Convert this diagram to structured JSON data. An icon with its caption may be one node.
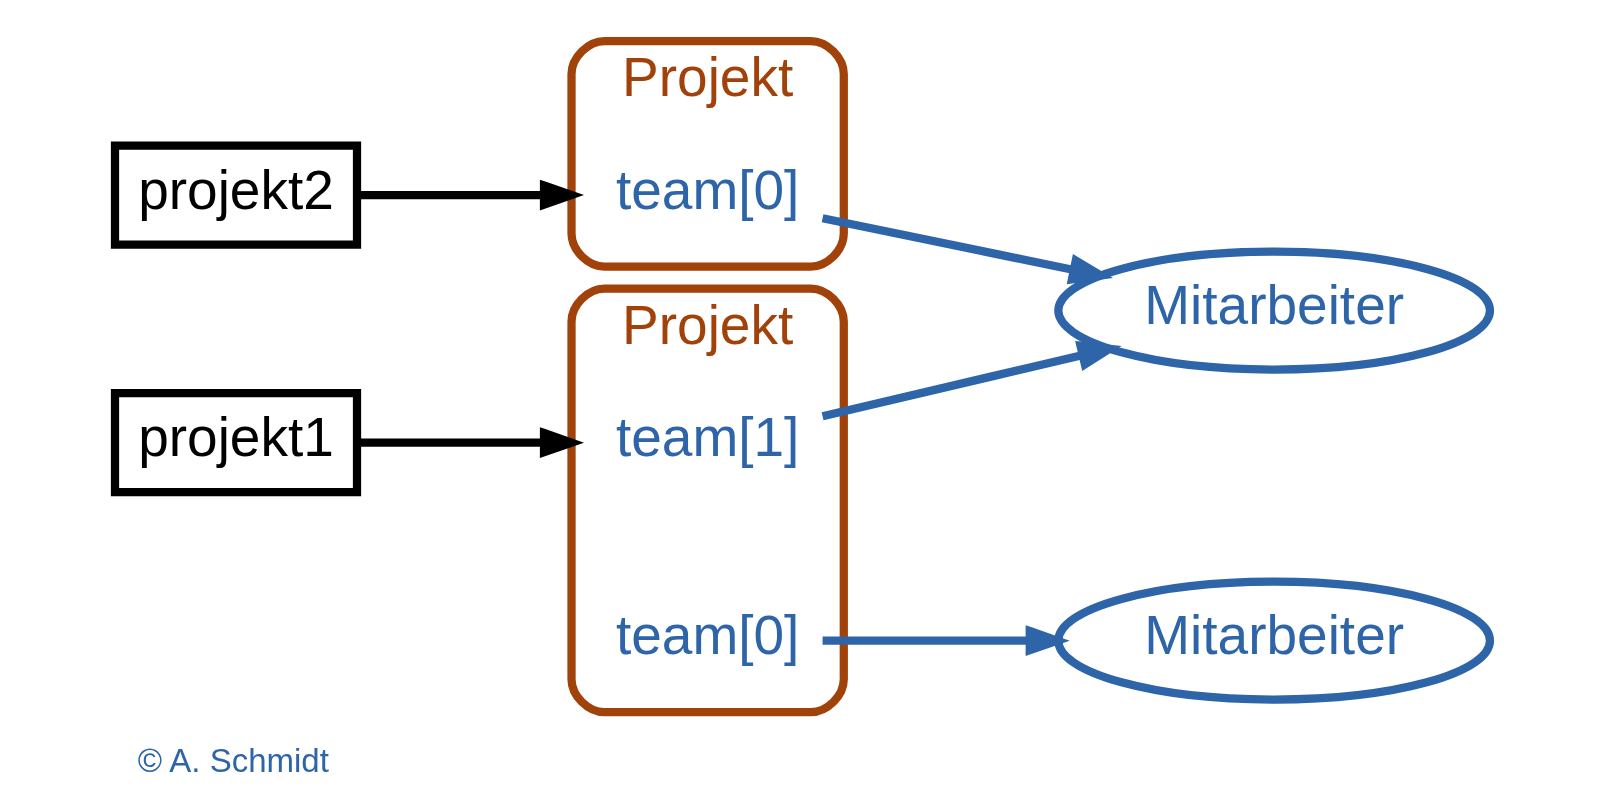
{
  "diagram": {
    "caption": "© A. Schmidt",
    "nodes": [
      {
        "text": [
          "projekt2"
        ]
      },
      {
        "text": [
          "projekt1"
        ]
      },
      {
        "text": [
          "Projekt"
        ]
      },
      {
        "text": [
          "team[0]"
        ],
        "in": 2
      },
      {
        "text": [
          "Projekt"
        ]
      },
      {
        "text": [
          "team[1]"
        ],
        "in": 4
      },
      {
        "text": [
          "team[0]"
        ],
        "in": 4
      },
      {
        "text": [
          "Mitarbeiter"
        ]
      },
      {
        "text": [
          "Mitarbeiter"
        ]
      }
    ],
    "edges": [
      {
        "from": 0,
        "to": 2,
        "arrow": "to",
        "color": "#000000"
      },
      {
        "from": 1,
        "to": 4,
        "arrow": "to",
        "color": "#000000"
      },
      {
        "from": 3,
        "to": 7,
        "arrow": "to"
      },
      {
        "from": 5,
        "to": 7,
        "arrow": "to"
      },
      {
        "from": 6,
        "to": 8,
        "arrow": "to"
      }
    ]
  }
}
